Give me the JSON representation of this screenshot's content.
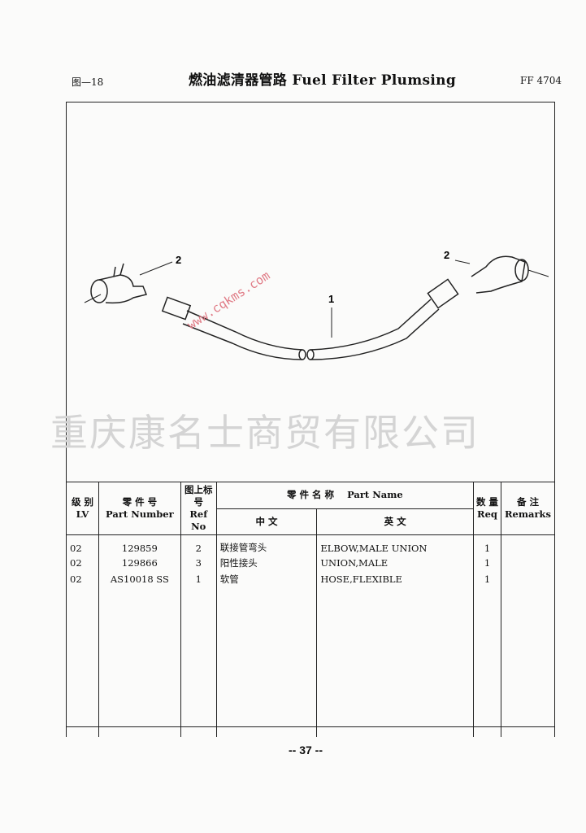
{
  "header": {
    "figure_label": "图—18",
    "title": "燃油滤清器管路 Fuel Filter Plumsing",
    "code": "FF 4704"
  },
  "watermark": {
    "company": "重庆康名士商贸有限公司",
    "url": "www.cqkms.com"
  },
  "drawing": {
    "callouts": [
      "2",
      "2",
      "1"
    ]
  },
  "table": {
    "headers": {
      "lv_cn": "级 别",
      "lv_en": "LV",
      "pn_cn": "零 件 号",
      "pn_en": "Part Number",
      "ref_cn": "图上标号",
      "ref_en": "Ref No",
      "name_cn": "零 件 名 称",
      "name_en": "Part Name",
      "name_sub_cn": "中 文",
      "name_sub_en": "英 文",
      "req_cn": "数 量",
      "req_en": "Req",
      "rem_cn": "备 注",
      "rem_en": "Remarks"
    },
    "rows": [
      {
        "lv": "02",
        "part_number": "129859",
        "ref": "2",
        "name_cn": "联接管弯头",
        "name_en": "ELBOW,MALE UNION",
        "req": "1",
        "remarks": ""
      },
      {
        "lv": "02",
        "part_number": "129866",
        "ref": "3",
        "name_cn": "阳性接头",
        "name_en": "UNION,MALE",
        "req": "1",
        "remarks": ""
      },
      {
        "lv": "02",
        "part_number": "AS10018 SS",
        "ref": "1",
        "name_cn": "软管",
        "name_en": "HOSE,FLEXIBLE",
        "req": "1",
        "remarks": ""
      }
    ]
  },
  "footer": {
    "page_number": "-- 37 --"
  }
}
